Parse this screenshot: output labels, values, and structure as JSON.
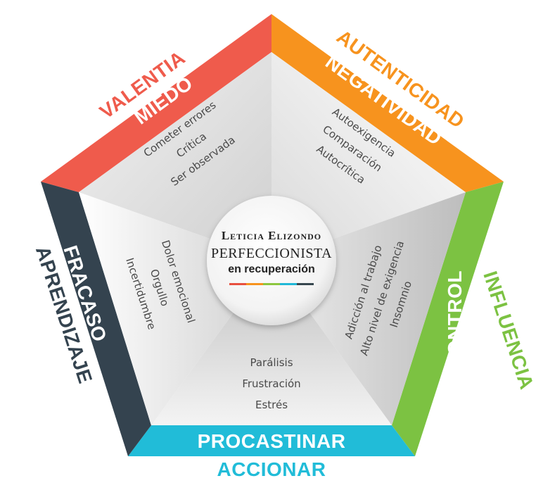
{
  "center": {
    "name": "Leticia Elizondo",
    "title": "Perfeccionista",
    "subtitle": "en recuperación",
    "stripe_colors": [
      "#e8503f",
      "#f7931e",
      "#8cc63f",
      "#21b8d7",
      "#37474f"
    ]
  },
  "sections": [
    {
      "id": "top-left",
      "color": "#ef5b4c",
      "outer_label": "Valentia",
      "inner_label": "Miedo",
      "items": [
        "Cometer errores",
        "Crítica",
        "Ser observada"
      ]
    },
    {
      "id": "top-right",
      "color": "#f7931e",
      "outer_label": "Autenticidad",
      "inner_label": "Negatividad",
      "items": [
        "Autoexigencia",
        "Comparación",
        "Autocrítica"
      ]
    },
    {
      "id": "right",
      "color": "#7cc242",
      "outer_label": "Influencia",
      "inner_label": "Control",
      "items": [
        "Adicción al trabajo",
        "Alto nivel de exigencia",
        "Insomnio"
      ]
    },
    {
      "id": "bottom",
      "color": "#21bcd8",
      "outer_label": "Accionar",
      "inner_label": "Procastinar",
      "items": [
        "Parálisis",
        "Frustración",
        "Estrés"
      ]
    },
    {
      "id": "left",
      "color": "#34434f",
      "outer_label": "Aprendizaje",
      "inner_label": "Fracaso",
      "items": [
        "Dolor emocional",
        "Orgullo",
        "Incertidumbre"
      ]
    }
  ]
}
